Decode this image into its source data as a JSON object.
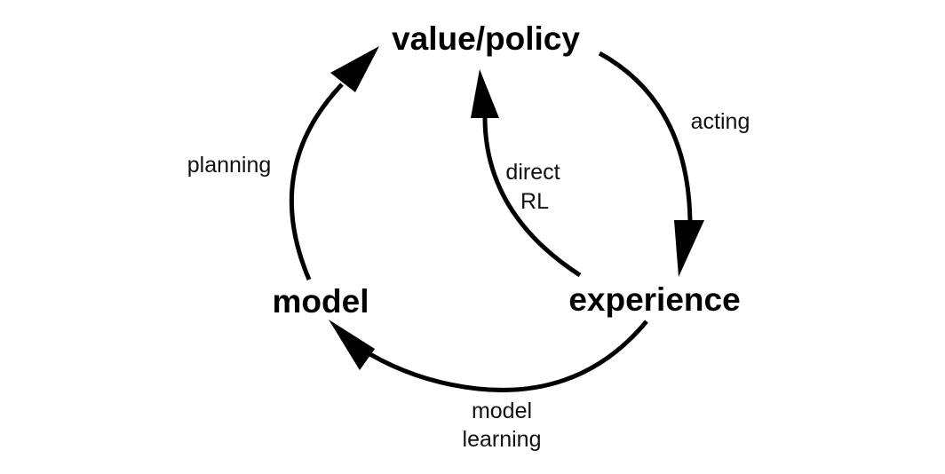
{
  "nodes": {
    "value_policy": "value/policy",
    "model": "model",
    "experience": "experience"
  },
  "edges": {
    "acting": "acting",
    "planning": "planning",
    "direct_rl_line1": "direct",
    "direct_rl_line2": "RL",
    "model_learning_line1": "model",
    "model_learning_line2": "learning"
  },
  "colors": {
    "stroke": "#000000",
    "background": "#ffffff"
  }
}
